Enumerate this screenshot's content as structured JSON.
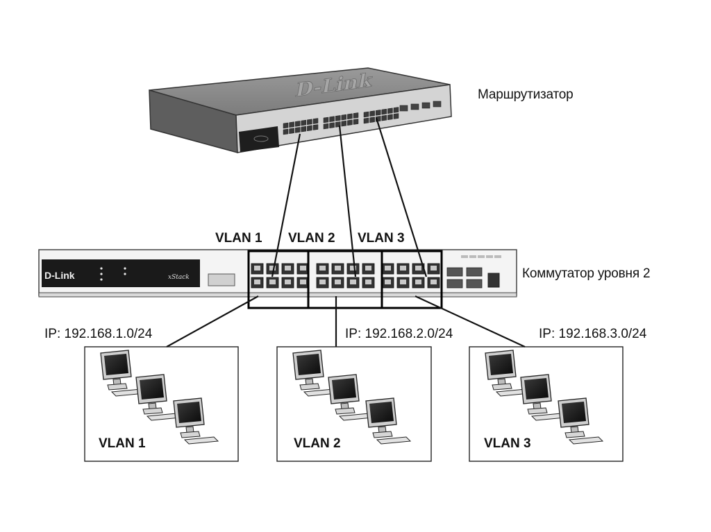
{
  "router": {
    "label": "Маршрутизатор",
    "brand": "D-Link"
  },
  "switch": {
    "label": "Коммутатор уровня 2",
    "brand": "D-Link",
    "brand_sub": "xStack"
  },
  "vlan_headers": [
    "VLAN 1",
    "VLAN 2",
    "VLAN 3"
  ],
  "groups": [
    {
      "ip": "IP: 192.168.1.0/24",
      "name": "VLAN 1"
    },
    {
      "ip": "IP: 192.168.2.0/24",
      "name": "VLAN 2"
    },
    {
      "ip": "IP: 192.168.3.0/24",
      "name": "VLAN 3"
    }
  ],
  "colors": {
    "line": "#111111",
    "device_body": "#8f8f8f",
    "device_dark": "#2a2a2a",
    "screen": "#1a1a1a"
  },
  "icons": [
    "router-device-icon",
    "switch-device-icon",
    "computer-icon"
  ]
}
